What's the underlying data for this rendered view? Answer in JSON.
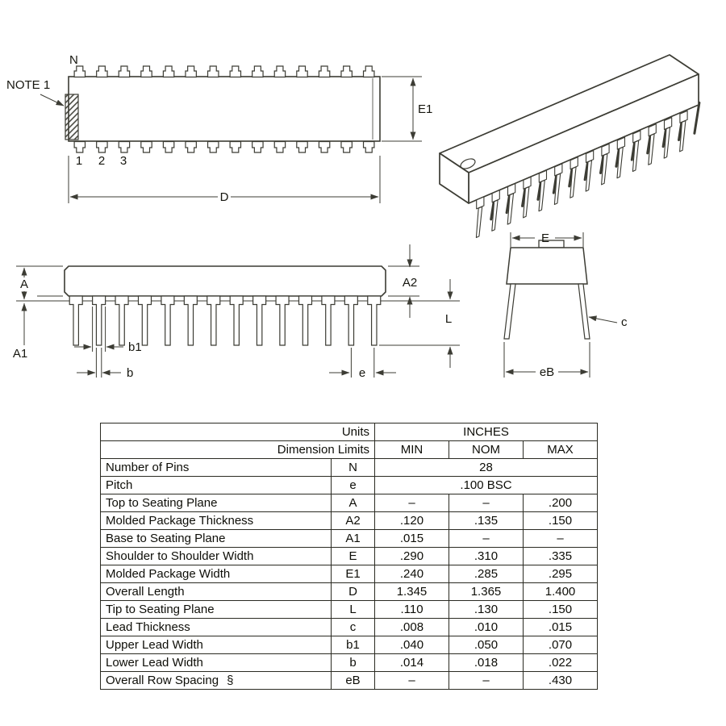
{
  "colors": {
    "line": "#3c3c34",
    "text": "#16160f",
    "table_border": "#2a2a22",
    "background": "#ffffff"
  },
  "labels": {
    "n": "N",
    "note1": "NOTE 1",
    "pin1": "1",
    "pin2": "2",
    "pin3": "3",
    "dim_d": "D",
    "dim_e1": "E1",
    "dim_a": "A",
    "dim_a1": "A1",
    "dim_a2": "A2",
    "dim_l": "L",
    "dim_b1": "b1",
    "dim_b": "b",
    "dim_e_pitch": "e",
    "dim_e_width": "E",
    "dim_c": "c",
    "dim_eb": "eB"
  },
  "table": {
    "header": {
      "units": "Units",
      "inches": "INCHES",
      "dimension_limits": "Dimension Limits",
      "min": "MIN",
      "nom": "NOM",
      "max": "MAX"
    },
    "rows": [
      {
        "name": "Number of Pins",
        "symbol": "N",
        "value": "28"
      },
      {
        "name": "Pitch",
        "symbol": "e",
        "value": ".100 BSC"
      },
      {
        "name": "Top to Seating Plane",
        "symbol": "A",
        "min": "–",
        "nom": "–",
        "max": ".200"
      },
      {
        "name": "Molded Package Thickness",
        "symbol": "A2",
        "min": ".120",
        "nom": ".135",
        "max": ".150"
      },
      {
        "name": "Base to Seating Plane",
        "symbol": "A1",
        "min": ".015",
        "nom": "–",
        "max": "–"
      },
      {
        "name": "Shoulder to Shoulder Width",
        "symbol": "E",
        "min": ".290",
        "nom": ".310",
        "max": ".335"
      },
      {
        "name": "Molded Package Width",
        "symbol": "E1",
        "min": ".240",
        "nom": ".285",
        "max": ".295"
      },
      {
        "name": "Overall Length",
        "symbol": "D",
        "min": "1.345",
        "nom": "1.365",
        "max": "1.400"
      },
      {
        "name": "Tip to Seating Plane",
        "symbol": "L",
        "min": ".110",
        "nom": ".130",
        "max": ".150"
      },
      {
        "name": "Lead Thickness",
        "symbol": "c",
        "min": ".008",
        "nom": ".010",
        "max": ".015"
      },
      {
        "name": "Upper Lead Width",
        "symbol": "b1",
        "min": ".040",
        "nom": ".050",
        "max": ".070"
      },
      {
        "name": "Lower Lead Width",
        "symbol": "b",
        "min": ".014",
        "nom": ".018",
        "max": ".022"
      },
      {
        "name": "Overall Row Spacing",
        "note": "§",
        "symbol": "eB",
        "min": "–",
        "nom": "–",
        "max": ".430"
      }
    ]
  }
}
